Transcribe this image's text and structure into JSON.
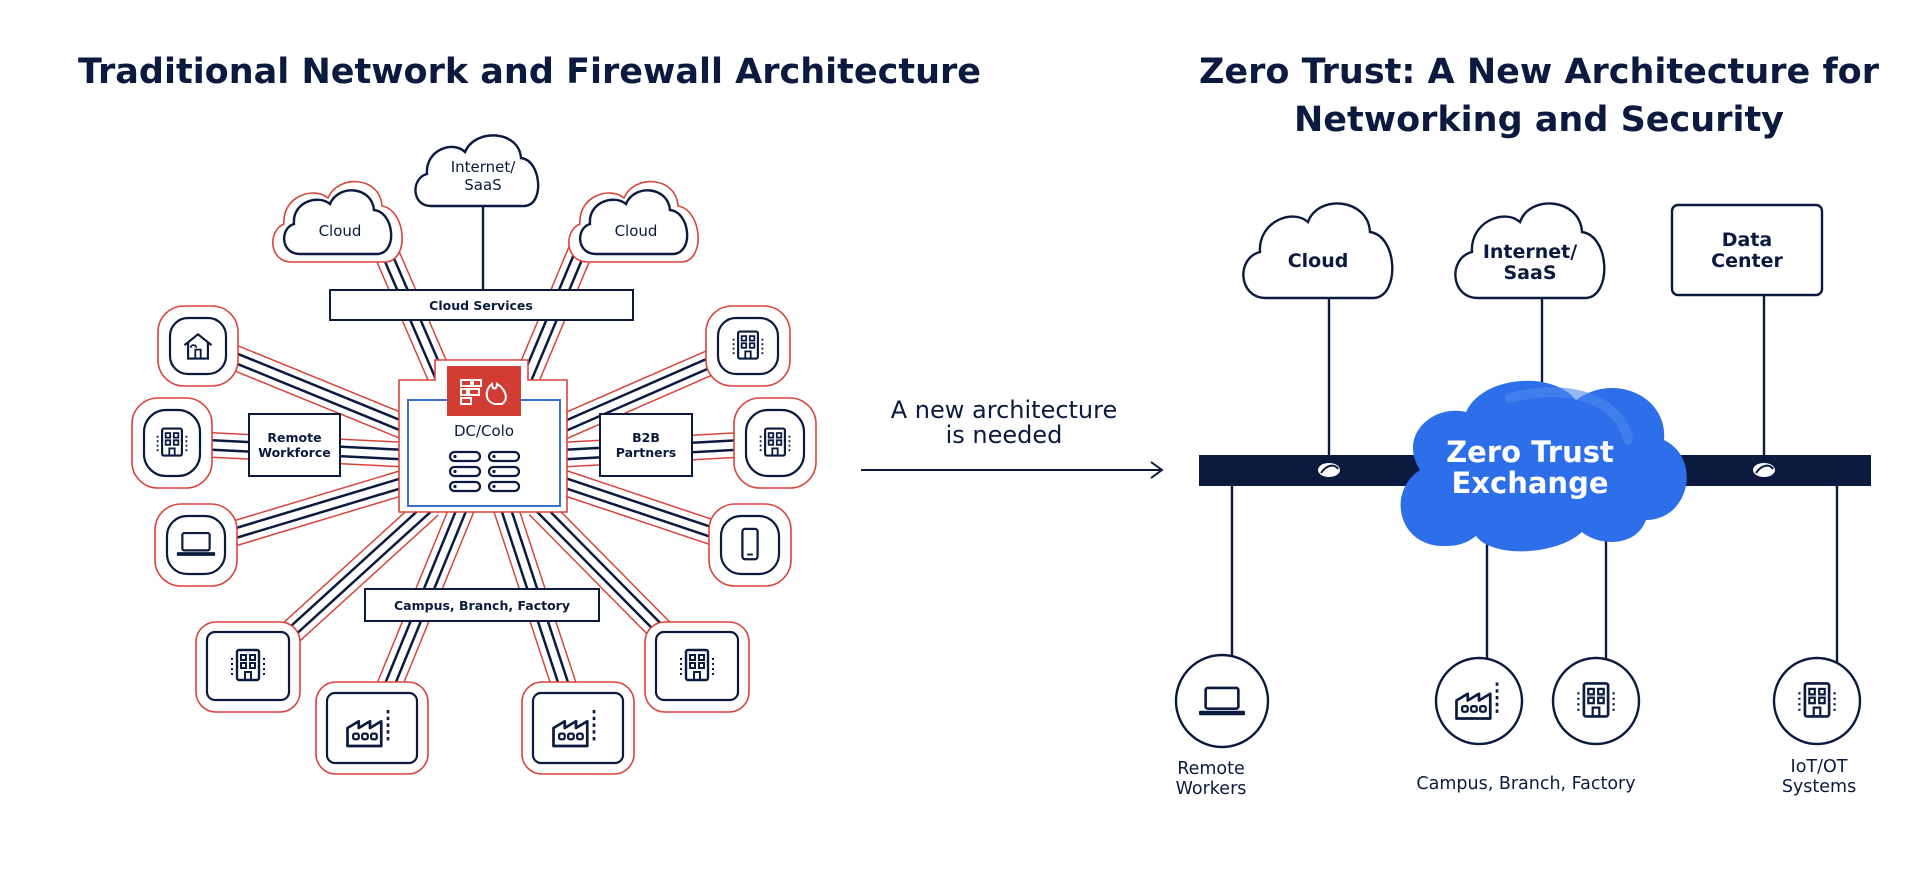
{
  "left": {
    "title": "Traditional Network and Firewall Architecture",
    "internet_saas": [
      "Internet/",
      "SaaS"
    ],
    "cloud_left": "Cloud",
    "cloud_right": "Cloud",
    "cloud_services": "Cloud Services",
    "dc_colo": "DC/Colo",
    "remote_workforce": [
      "Remote",
      "Workforce"
    ],
    "b2b_partners": [
      "B2B",
      "Partners"
    ],
    "campus_branch_factory": "Campus, Branch, Factory"
  },
  "middle": {
    "arrow_text": [
      "A new architecture",
      "is needed"
    ]
  },
  "right": {
    "title": [
      "Zero Trust: A New Architecture for",
      "Networking and Security"
    ],
    "cloud": "Cloud",
    "internet_saas": [
      "Internet/",
      "SaaS"
    ],
    "data_center": [
      "Data",
      "Center"
    ],
    "zero_trust_exchange": [
      "Zero Trust",
      "Exchange"
    ],
    "remote_workers": [
      "Remote",
      "Workers"
    ],
    "campus_branch_factory": "Campus, Branch, Factory",
    "iot_ot": [
      "IoT/OT",
      "Systems"
    ]
  },
  "colors": {
    "navy": "#0b1a3e",
    "red_outline": "#d9443a",
    "firewall_red": "#d23c32",
    "zte_blue": "#2d6fe8",
    "dc_border": "#3d6fd0"
  },
  "icons": [
    "house-icon",
    "building-icon",
    "laptop-icon",
    "phone-icon",
    "factory-icon",
    "firewall-icon",
    "server-icon",
    "zscaler-logo-icon"
  ]
}
